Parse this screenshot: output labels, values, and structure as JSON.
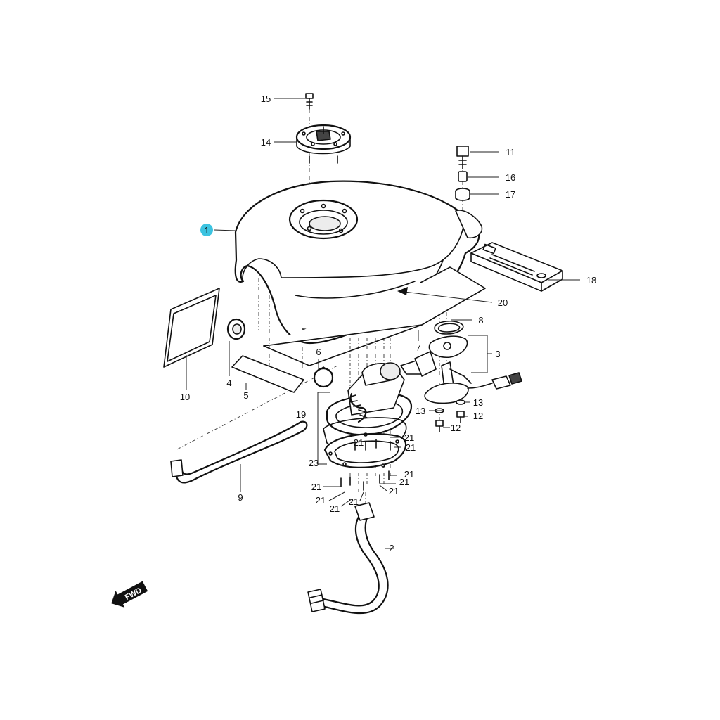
{
  "diagram": {
    "callouts": [
      {
        "id": "1",
        "text": "1",
        "highlight": true
      },
      {
        "id": "2",
        "text": "2"
      },
      {
        "id": "3",
        "text": "3"
      },
      {
        "id": "4",
        "text": "4"
      },
      {
        "id": "5",
        "text": "5"
      },
      {
        "id": "6",
        "text": "6"
      },
      {
        "id": "7",
        "text": "7"
      },
      {
        "id": "8",
        "text": "8"
      },
      {
        "id": "9",
        "text": "9"
      },
      {
        "id": "10",
        "text": "10"
      },
      {
        "id": "11",
        "text": "11"
      },
      {
        "id": "12a",
        "text": "12"
      },
      {
        "id": "12b",
        "text": "12"
      },
      {
        "id": "13a",
        "text": "13"
      },
      {
        "id": "13b",
        "text": "13"
      },
      {
        "id": "14",
        "text": "14"
      },
      {
        "id": "15",
        "text": "15"
      },
      {
        "id": "16",
        "text": "16"
      },
      {
        "id": "17",
        "text": "17"
      },
      {
        "id": "18",
        "text": "18"
      },
      {
        "id": "19",
        "text": "19"
      },
      {
        "id": "20",
        "text": "20"
      },
      {
        "id": "21a",
        "text": "21"
      },
      {
        "id": "21b",
        "text": "21"
      },
      {
        "id": "21c",
        "text": "21"
      },
      {
        "id": "21d",
        "text": "21"
      },
      {
        "id": "21e",
        "text": "21"
      },
      {
        "id": "21f",
        "text": "21"
      },
      {
        "id": "21g",
        "text": "21"
      },
      {
        "id": "21h",
        "text": "21"
      },
      {
        "id": "21i",
        "text": "21"
      },
      {
        "id": "21j",
        "text": "21"
      },
      {
        "id": "23",
        "text": "23"
      }
    ],
    "direction_badge": {
      "text": "FWD"
    },
    "colors": {
      "highlight": "#3cc3e0",
      "line": "#111111",
      "background": "#ffffff"
    }
  }
}
